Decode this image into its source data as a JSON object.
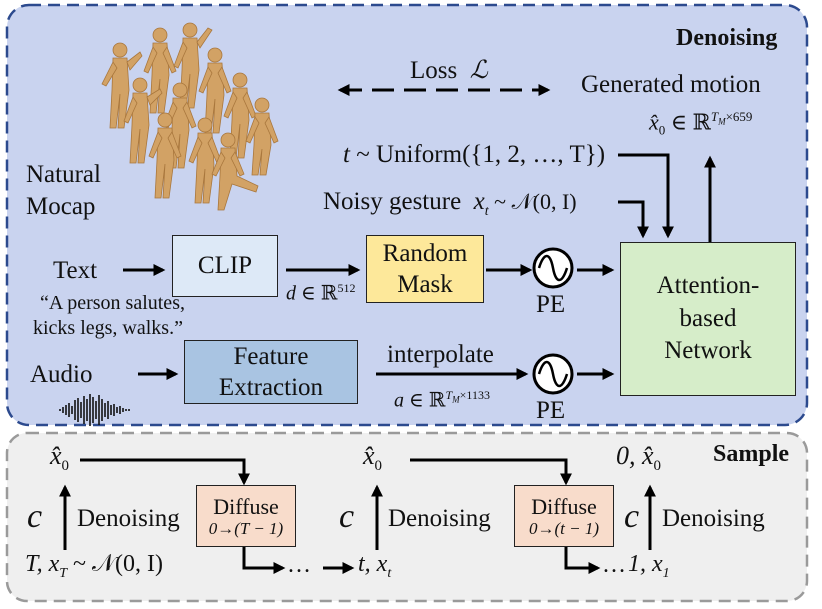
{
  "panels": {
    "denoising_title": "Denoising",
    "sample_title": "Sample"
  },
  "mocap": {
    "label_line1": "Natural",
    "label_line2": "Mocap"
  },
  "loss": {
    "label": "Loss",
    "symbol": "ℒ"
  },
  "generated": {
    "label": "Generated motion",
    "shape_prefix": "x̂",
    "shape_sub": "0",
    "shape_mid": " ∈ ℝ",
    "shape_sup_T": "T",
    "shape_sup_M": "M",
    "shape_sup_rest": "×659"
  },
  "timestep": {
    "var": "t",
    "text": " ~ Uniform({1, 2, …, T})"
  },
  "noisy": {
    "label": "Noisy gesture",
    "var": "x",
    "sub": "t",
    "dist": " ~ 𝒩(0, I)"
  },
  "text_input": {
    "label": "Text",
    "quote_line1": "“A person salutes,",
    "quote_line2": "kicks legs, walks.”"
  },
  "clip": {
    "label": "CLIP"
  },
  "clip_out": {
    "var": "d",
    "rest": " ∈ ℝ",
    "sup": "512"
  },
  "random_mask": {
    "line1": "Random",
    "line2": "Mask"
  },
  "pe_top": {
    "label": "PE"
  },
  "network": {
    "line1": "Attention-",
    "line2": "based",
    "line3": "Network"
  },
  "audio": {
    "label": "Audio"
  },
  "feature": {
    "line1": "Feature",
    "line2": "Extraction"
  },
  "interp": {
    "label": "interpolate",
    "var": "a",
    "rest": " ∈ ℝ",
    "sup_T": "T",
    "sup_M": "M",
    "sup_rest": "×1133"
  },
  "pe_bottom": {
    "label": "PE"
  },
  "sample": {
    "x0_hat": "x̂",
    "x0_sub": "0",
    "c": "c",
    "denoising": "Denoising",
    "step1_bottom": "T, x",
    "step1_bottom_sub": "T",
    "step1_dist": " ~ 𝒩(0, I)",
    "diffuse1_title": "Diffuse",
    "diffuse1_range": "0→(T − 1)",
    "ellipsis": "…",
    "step2_bottom": "t, x",
    "step2_bottom_sub": "t",
    "diffuse2_title": "Diffuse",
    "diffuse2_range": "0→(t − 1)",
    "step3_top": "0, x̂",
    "step3_top_sub": "0",
    "step3_bottom": "1, x",
    "step3_bottom_sub": "1"
  },
  "colors": {
    "denoise_bg": "#c9d3ef",
    "denoise_border": "#2c4a8e",
    "sample_bg": "#efefef",
    "sample_border": "#9a9a9a",
    "clip_fill": "#dde9f7",
    "mask_fill": "#fde89a",
    "network_fill": "#d6edc9",
    "feature_fill": "#a9c4e2",
    "diffuse_fill": "#f8dccb",
    "figure_tone": "#d2a265"
  }
}
